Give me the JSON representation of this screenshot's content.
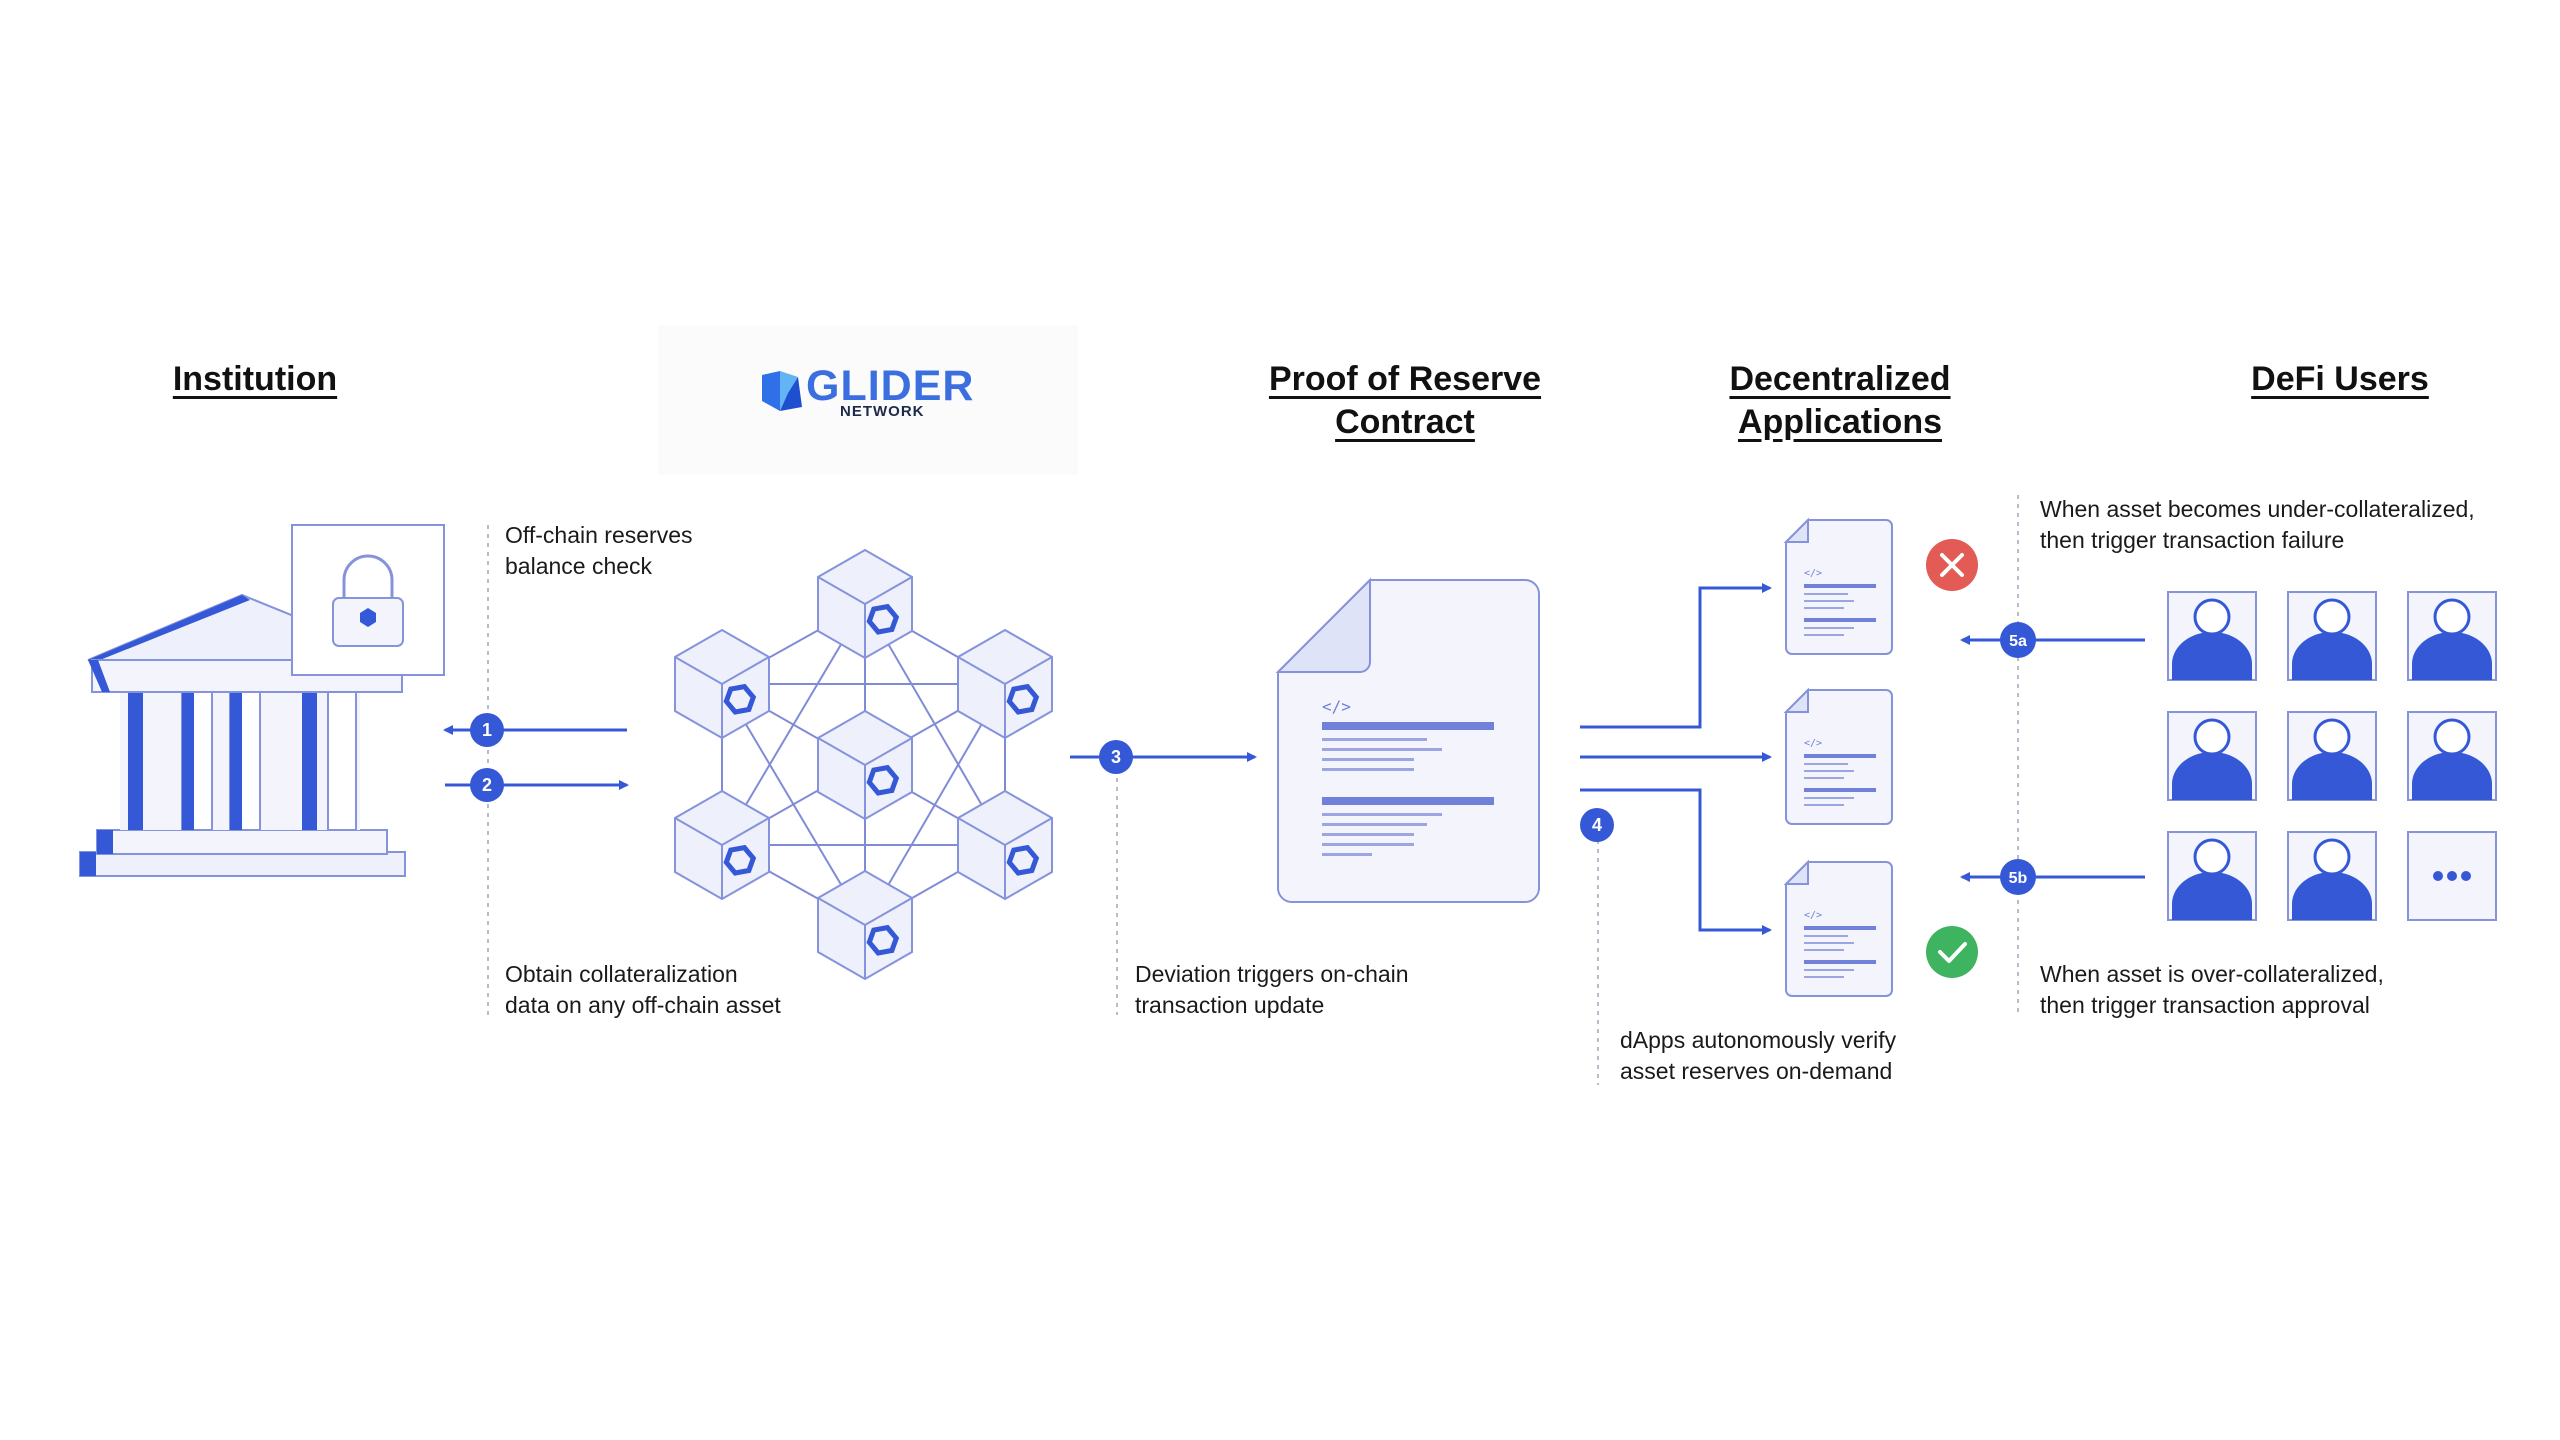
{
  "headings": {
    "institution": "Institution",
    "proof_line1": "Proof of Reserve",
    "proof_line2": "Contract",
    "dapps_line1": "Decentralized",
    "dapps_line2": "Applications",
    "users": "DeFi Users"
  },
  "logo": {
    "word": "GLIDER",
    "sub": "NETWORK"
  },
  "captions": {
    "offchain_check": [
      "Off-chain reserves",
      "balance check"
    ],
    "obtain_data": [
      "Obtain collateralization",
      "data on any off-chain asset"
    ],
    "deviation": [
      "Deviation triggers on-chain",
      "transaction update"
    ],
    "dapps_verify": [
      "dApps autonomously verify",
      "asset reserves on-demand"
    ],
    "under_collateral": [
      "When asset becomes under-collateralized,",
      "then trigger transaction failure"
    ],
    "over_collateral": [
      "When asset is over-collateralized,",
      "then trigger transaction approval"
    ]
  },
  "steps": {
    "s1": "1",
    "s2": "2",
    "s3": "3",
    "s4": "4",
    "s5a": "5a",
    "s5b": "5b"
  },
  "code_tag": "</>",
  "colors": {
    "accent": "#3558d6",
    "light_fill": "#eef0fb",
    "outline": "#8592dc",
    "fail": "#e25b55",
    "success": "#3fb460"
  },
  "icons": {
    "fail": "x-circle-icon",
    "success": "check-circle-icon",
    "more": "ellipsis-icon"
  }
}
